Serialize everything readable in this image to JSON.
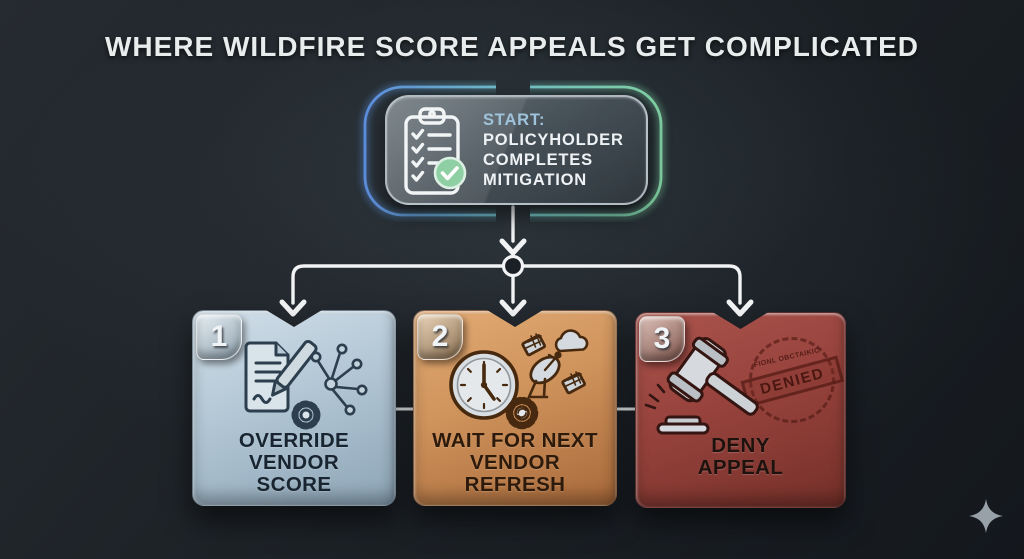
{
  "title": "WHERE WILDFIRE SCORE APPEALS GET COMPLICATED",
  "start_node": {
    "icon": "clipboard-checklist-icon",
    "badge_icon": "check-circle-icon",
    "label_prefix": "START:",
    "label_lines": [
      "POLICYHOLDER",
      "COMPLETES",
      "MITIGATION"
    ],
    "colors": {
      "glow_left": "#5d8ede",
      "glow_right": "#82d3a4",
      "prefix_text": "#9fc3db",
      "body_text": "#eef2f4",
      "check_green": "#8ed0a4"
    }
  },
  "connectors": {
    "style": "white-outline-arrows",
    "junction": "circle-node",
    "color": "#f1f3f5"
  },
  "branches": [
    {
      "number": "1",
      "label_lines": [
        "OVERRIDE",
        "VENDOR",
        "SCORE"
      ],
      "icon": "document-pen-network-gear-icon",
      "colors": {
        "fill_top": "#d2dfe9",
        "fill_bottom": "#8da5b7",
        "text": "#18242f"
      }
    },
    {
      "number": "2",
      "label_lines": [
        "WAIT FOR NEXT",
        "VENDOR",
        "REFRESH"
      ],
      "icon": "clock-satellite-cloud-gear-icon",
      "colors": {
        "fill_top": "#e3ab75",
        "fill_bottom": "#a8693a",
        "text": "#2d1a0b"
      }
    },
    {
      "number": "3",
      "label_lines": [
        "DENY",
        "APPEAL"
      ],
      "icon": "gavel-icon",
      "stamp": {
        "text": "DENIED",
        "small_text": "FIONL OBCTAIKIC"
      },
      "colors": {
        "fill_top": "#aa544d",
        "fill_bottom": "#743029",
        "text": "#1e120e"
      }
    }
  ],
  "watermark": {
    "icon": "sparkle-icon",
    "color": "#98a0a8"
  }
}
